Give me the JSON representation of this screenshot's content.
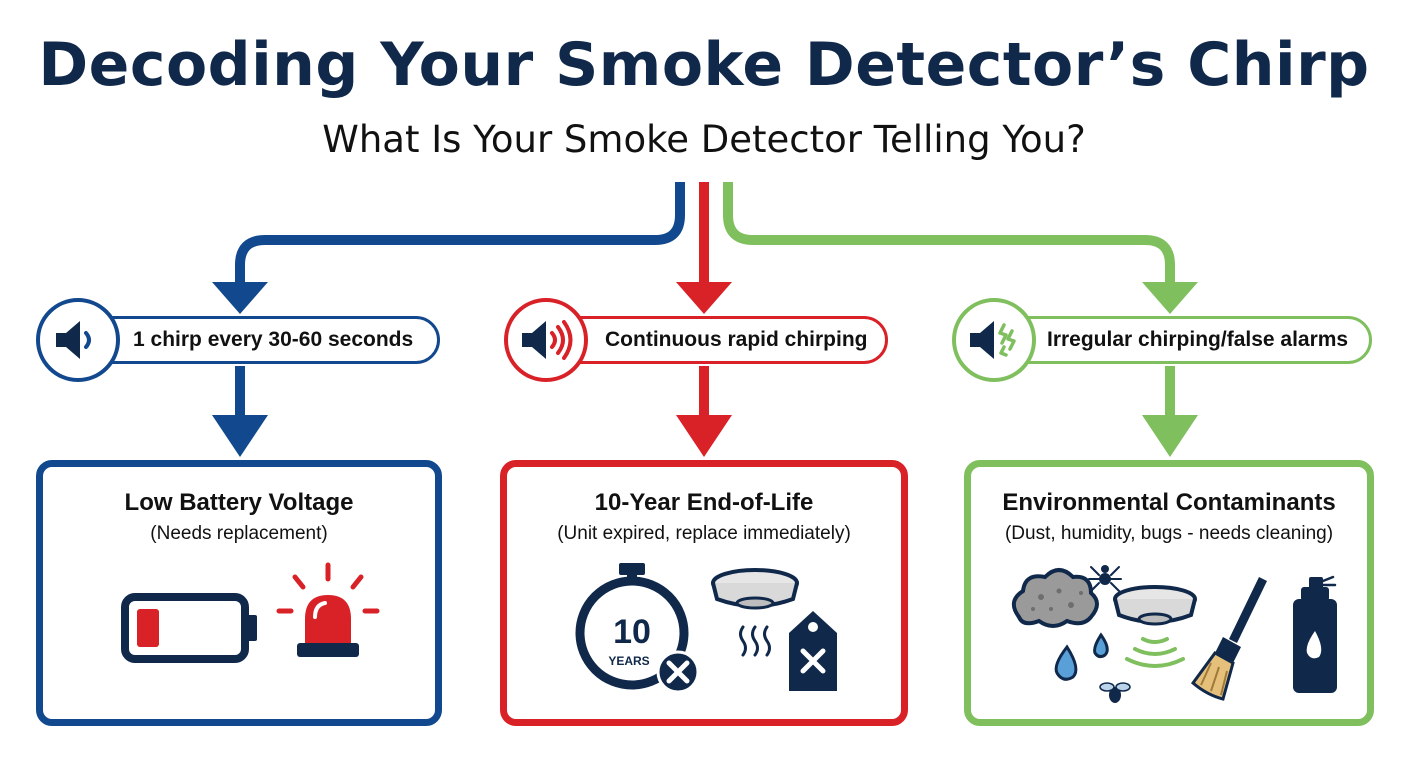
{
  "title": "Decoding Your Smoke Detector’s Chirp",
  "subtitle": "What Is Your Smoke Detector Telling You?",
  "colors": {
    "blue": "#12488d",
    "red": "#d92128",
    "green": "#7fbf5e",
    "navy": "#10284a"
  },
  "branches": [
    {
      "pattern": "1 chirp every 30-60 seconds",
      "icon": "speaker-icon",
      "cause": "Low Battery Voltage",
      "detail": "(Needs replacement)",
      "illustrations": [
        "low-battery-icon",
        "alarm-beacon-icon"
      ]
    },
    {
      "pattern": "Continuous rapid chirping",
      "icon": "speaker-loud-icon",
      "cause": "10-Year End-of-Life",
      "detail": "(Unit expired, replace immediately)",
      "timer_number": "10",
      "timer_unit": "YEARS",
      "illustrations": [
        "timer-icon",
        "smoke-detector-icon",
        "expired-tag-icon"
      ]
    },
    {
      "pattern": "Irregular chirping/false alarms",
      "icon": "speaker-erratic-icon",
      "cause": "Environmental Contaminants",
      "detail": "(Dust, humidity, bugs - needs cleaning)",
      "illustrations": [
        "dust-cloud-icon",
        "water-drops-icon",
        "spider-icon",
        "fly-icon",
        "smoke-detector-icon",
        "brush-icon",
        "spray-can-icon"
      ]
    }
  ]
}
